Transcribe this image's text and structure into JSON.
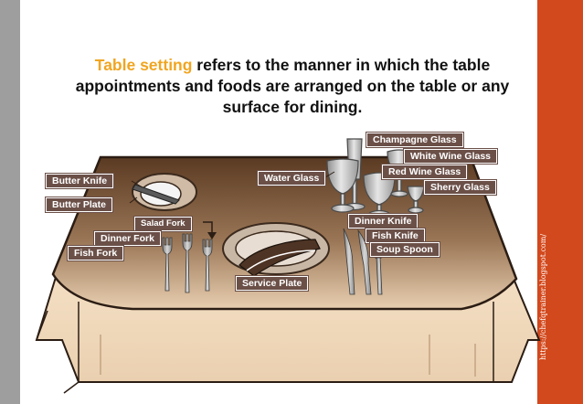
{
  "heading": {
    "highlight": "Table setting",
    "rest": " refers to the manner in which the table appointments and foods are arranged on the table or any surface for dining."
  },
  "watermark": "https://chefqtrainer.blogspot.com/",
  "labels": {
    "champagne_glass": "Champagne Glass",
    "white_wine_glass": "White Wine Glass",
    "red_wine_glass": "Red Wine Glass",
    "sherry_glass": "Sherry Glass",
    "water_glass": "Water Glass",
    "butter_knife": "Butter Knife",
    "butter_plate": "Butter Plate",
    "salad_fork": "Salad Fork",
    "dinner_fork": "Dinner Fork",
    "fish_fork": "Fish Fork",
    "dinner_knife": "Dinner Knife",
    "fish_knife": "Fish Knife",
    "soup_spoon": "Soup Spoon",
    "service_plate": "Service Plate"
  },
  "colors": {
    "accent_orange": "#d2491d",
    "highlight_yellow": "#f0a521",
    "label_bg": "#6b5048",
    "tablecloth": "#f2dcc0",
    "table_top_dark": "#6e4d33"
  }
}
